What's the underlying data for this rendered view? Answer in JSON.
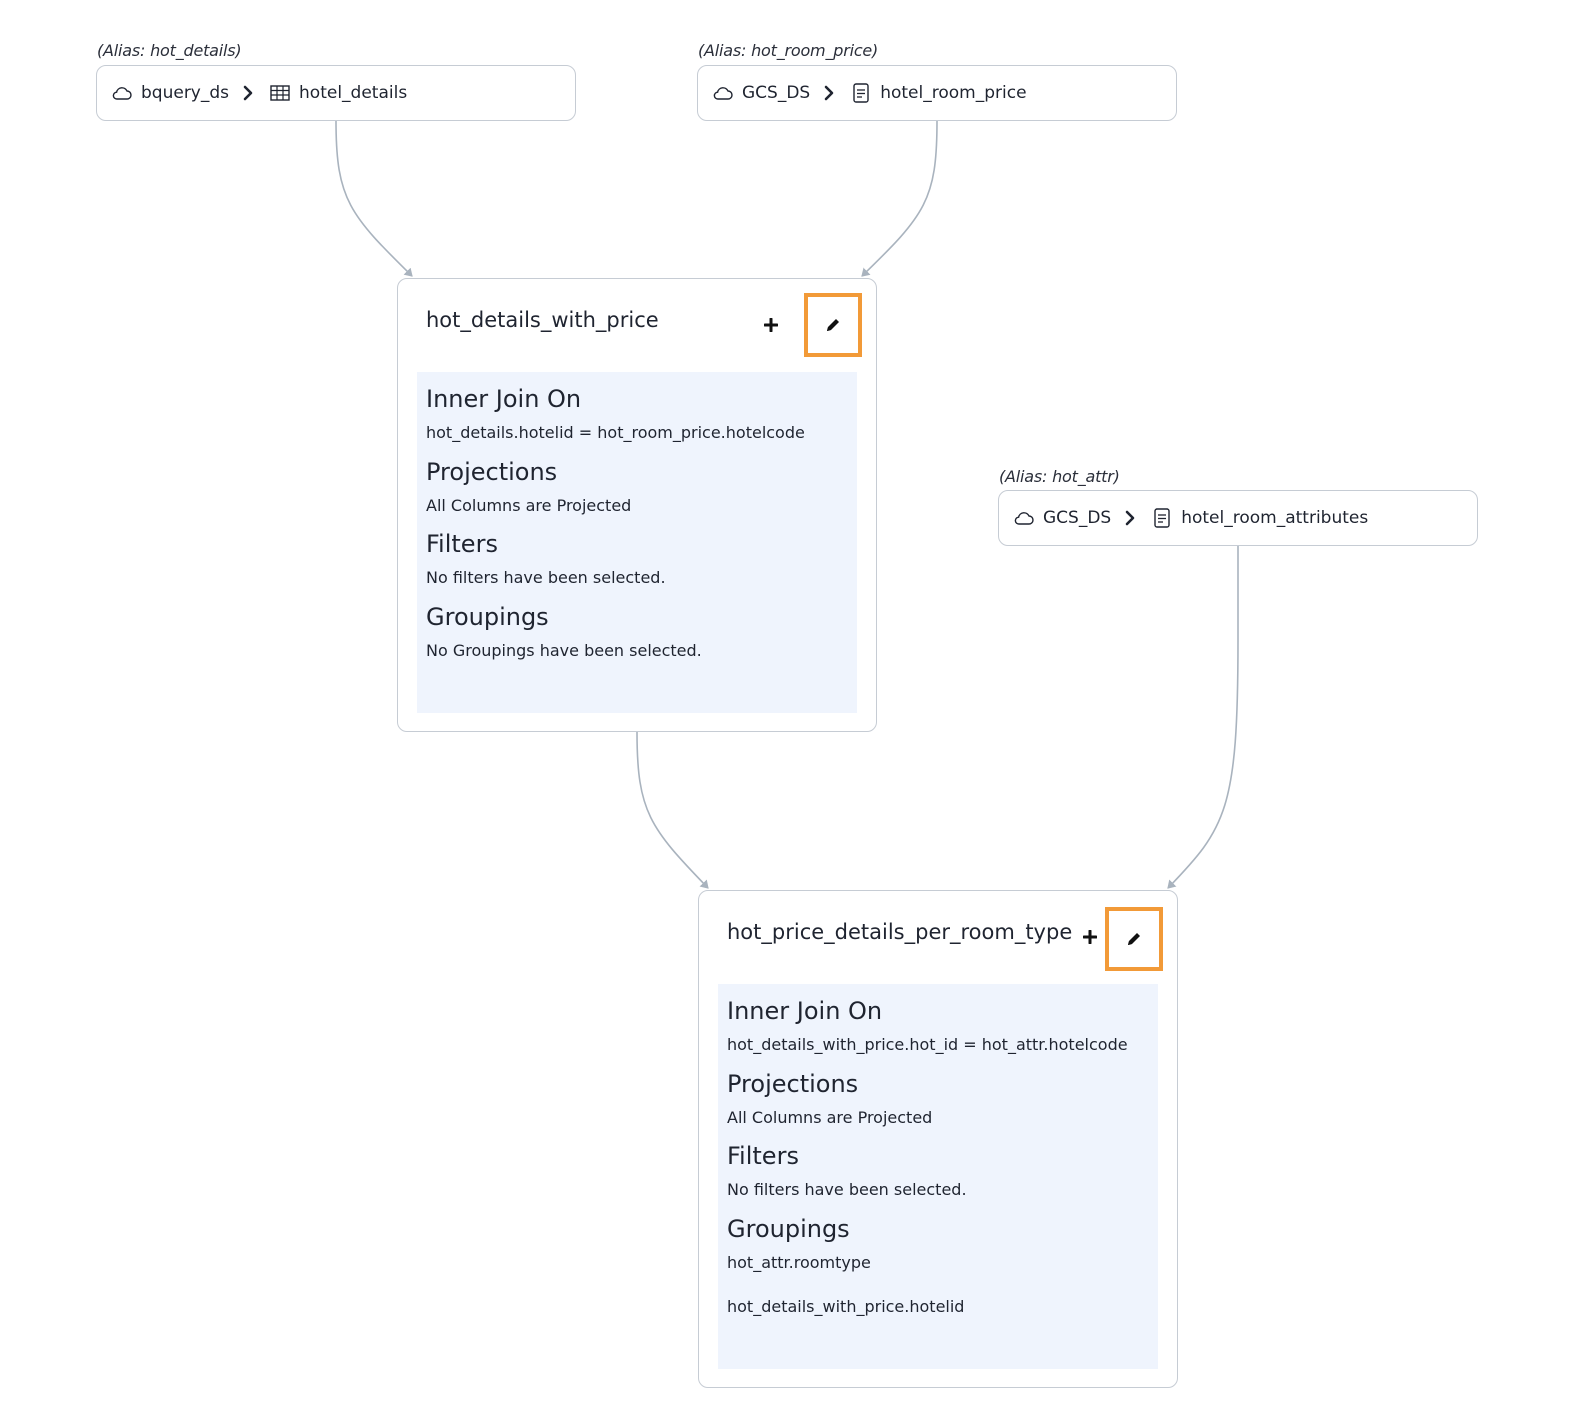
{
  "sources": [
    {
      "alias": "(Alias: hot_details)",
      "datasource": "bquery_ds",
      "table": "hotel_details",
      "table_icon": "table-grid-icon"
    },
    {
      "alias": "(Alias: hot_room_price)",
      "datasource": "GCS_DS",
      "table": "hotel_room_price",
      "table_icon": "file-icon"
    },
    {
      "alias": "(Alias: hot_attr)",
      "datasource": "GCS_DS",
      "table": "hotel_room_attributes",
      "table_icon": "file-icon"
    }
  ],
  "nodes": [
    {
      "title": "hot_details_with_price",
      "join_heading": "Inner Join On",
      "join_condition": "hot_details.hotelid = hot_room_price.hotelcode",
      "projections_heading": "Projections",
      "projections_text": "All Columns are Projected",
      "filters_heading": "Filters",
      "filters_text": "No filters have been selected.",
      "groupings_heading": "Groupings",
      "groupings": [
        "No Groupings have been selected."
      ]
    },
    {
      "title": "hot_price_details_per_room_type",
      "join_heading": "Inner Join On",
      "join_condition": "hot_details_with_price.hot_id = hot_attr.hotelcode",
      "projections_heading": "Projections",
      "projections_text": "All Columns are Projected",
      "filters_heading": "Filters",
      "filters_text": "No filters have been selected.",
      "groupings_heading": "Groupings",
      "groupings": [
        "hot_attr.roomtype",
        "hot_details_with_price.hotelid"
      ]
    }
  ],
  "colors": {
    "highlight": "#f29a38",
    "panel_bg": "#eff4fd",
    "edge": "#a9b3be",
    "border": "#c6ccd4"
  }
}
